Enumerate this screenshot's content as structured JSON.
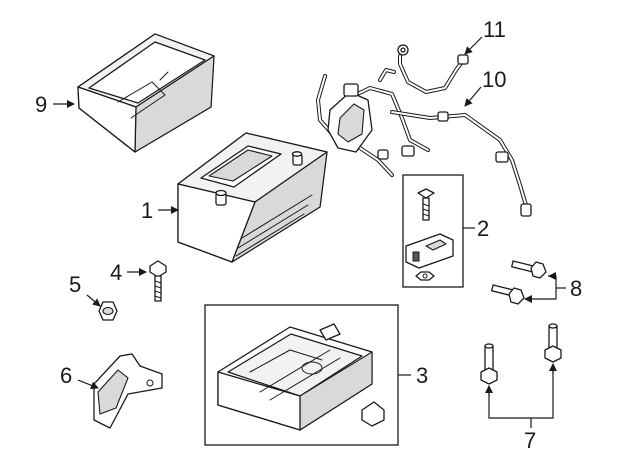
{
  "callouts": {
    "c1": "1",
    "c2": "2",
    "c3": "3",
    "c4": "4",
    "c5": "5",
    "c6": "6",
    "c7": "7",
    "c8": "8",
    "c9": "9",
    "c10": "10",
    "c11": "11"
  },
  "colors": {
    "line": "#1a1a1a",
    "background": "#ffffff",
    "shade": "#d9d9d9"
  }
}
